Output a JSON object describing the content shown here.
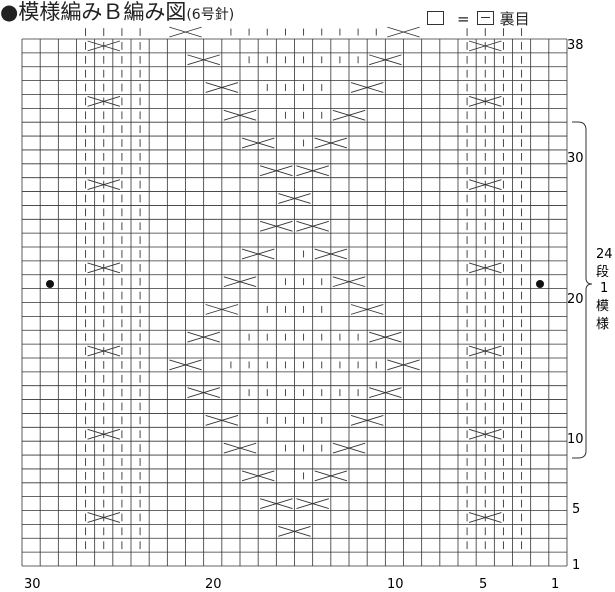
{
  "title": {
    "main": "●模様編みＢ編み図",
    "needle": "(6号針)"
  },
  "legend": {
    "equals": "=",
    "reverse_label": "裏目"
  },
  "row_labels": [
    "1",
    "5",
    "10",
    "20",
    "30",
    "38"
  ],
  "col_labels": [
    "30",
    "20",
    "10",
    "5",
    "1"
  ],
  "repeat": {
    "count": "24",
    "unit": "段",
    "one": "1",
    "pattern1": "模",
    "pattern2": "様"
  },
  "grid": {
    "columns": 30,
    "rows": 38
  }
}
